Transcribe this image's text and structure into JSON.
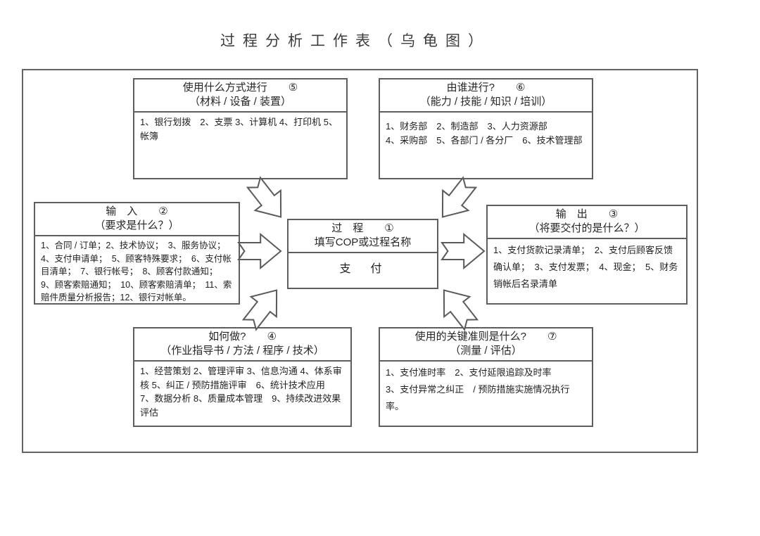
{
  "title": "过程分析工作表（乌龟图）",
  "boxes": {
    "with_what": {
      "num": "⑤",
      "title": "使用什么方式进行",
      "subtitle": "（材料 / 设备 / 装置）",
      "body": "1、银行划拨　2、支票  3、计算机  4、打印机  5、帐簿"
    },
    "who": {
      "num": "⑥",
      "title": "由谁进行?",
      "subtitle": "（能力 / 技能 / 知识 / 培训）",
      "body": "1、财务部　2、制造部　3、人力资源部\n4、采购部　5、各部门 / 各分厂　6、技术管理部"
    },
    "input": {
      "num": "②",
      "title": "输　入",
      "subtitle": "（要求是什么？）",
      "body": "1、合同 / 订单；2、技术协议；　3、服务协议；　4、支付申请单；　5、顾客特殊要求；　6、支付帐目清单；　7、银行帐号；　8、顾客付款通知；　9、顾客索赔通知；　10、顾客索赔清单；　11、索赔件质量分析报告；12、银行对帐单。"
    },
    "process": {
      "num": "①",
      "title": "过　程",
      "subtitle": "填写COP或过程名称",
      "body": "支　付"
    },
    "output": {
      "num": "③",
      "title": "输　出",
      "subtitle": "（将要交付的是什么？）",
      "body": "1、支付货款记录清单；　2、支付后顾客反馈确认单；　3、支付发票；　4、现金；　5、财务销帐后名录清单"
    },
    "how": {
      "num": "④",
      "title": "如何做?",
      "subtitle": "（作业指导书 / 方法 / 程序 / 技术）",
      "body": "1、经营策划  2、管理评审  3、信息沟通  4、体系审核 5、纠正 / 预防措施评审　6、统计技术应用　7、数据分析  8、质量成本管理　9、持续改进效果评估"
    },
    "criteria": {
      "num": "⑦",
      "title": "使用的关键准则是什么?",
      "subtitle": "（测量 / 评估）",
      "body": "1、支付准时率　2、支付延限追踪及时率\n3、支付异常之纠正　/ 预防措施实施情况执行率。"
    }
  },
  "colors": {
    "line": "#5e5e5e",
    "text": "#262626",
    "background": "#ffffff"
  }
}
